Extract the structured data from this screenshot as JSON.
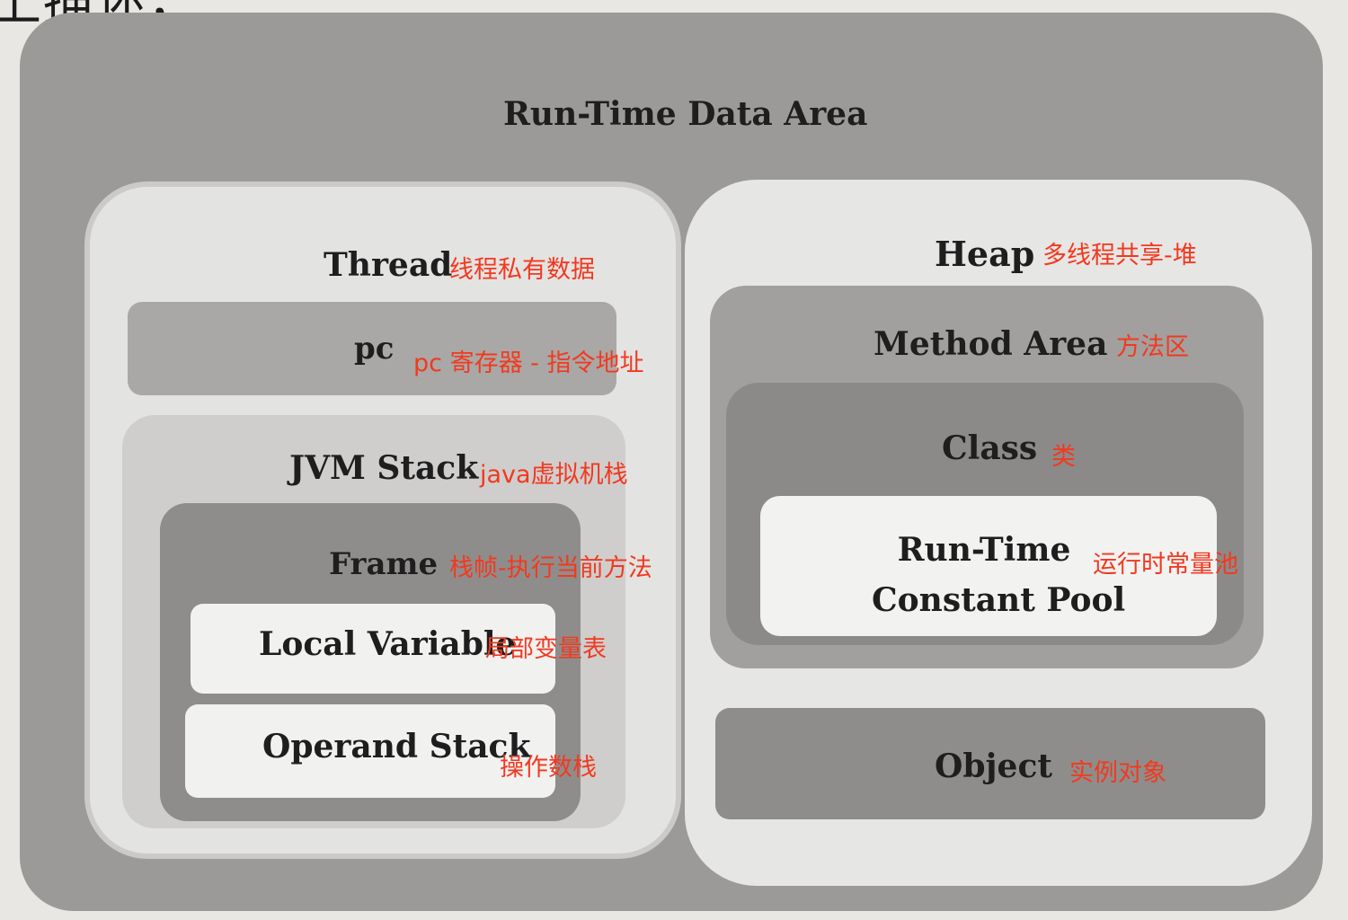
{
  "top_text": "上描述，",
  "diagram": {
    "runtime_area": {
      "label": "Run-Time Data Area"
    },
    "thread": {
      "label": "Thread",
      "note": "线程私有数据"
    },
    "pc": {
      "label": "pc",
      "note": "pc 寄存器 - 指令地址"
    },
    "jvm_stack": {
      "label": "JVM Stack",
      "note": "java虚拟机栈"
    },
    "frame": {
      "label": "Frame",
      "note": "栈帧-执行当前方法"
    },
    "local_variable": {
      "label": "Local Variable",
      "note": "局部变量表"
    },
    "operand_stack": {
      "label": "Operand Stack",
      "note": "操作数栈"
    },
    "heap": {
      "label": "Heap",
      "note": "多线程共享-堆"
    },
    "method_area": {
      "label": "Method Area",
      "note": "方法区"
    },
    "class": {
      "label": "Class",
      "note": "类"
    },
    "constant_pool": {
      "label_line1": "Run-Time",
      "label_line2": "Constant Pool",
      "note": "运行时常量池"
    },
    "object": {
      "label": "Object",
      "note": "实例对象"
    }
  }
}
